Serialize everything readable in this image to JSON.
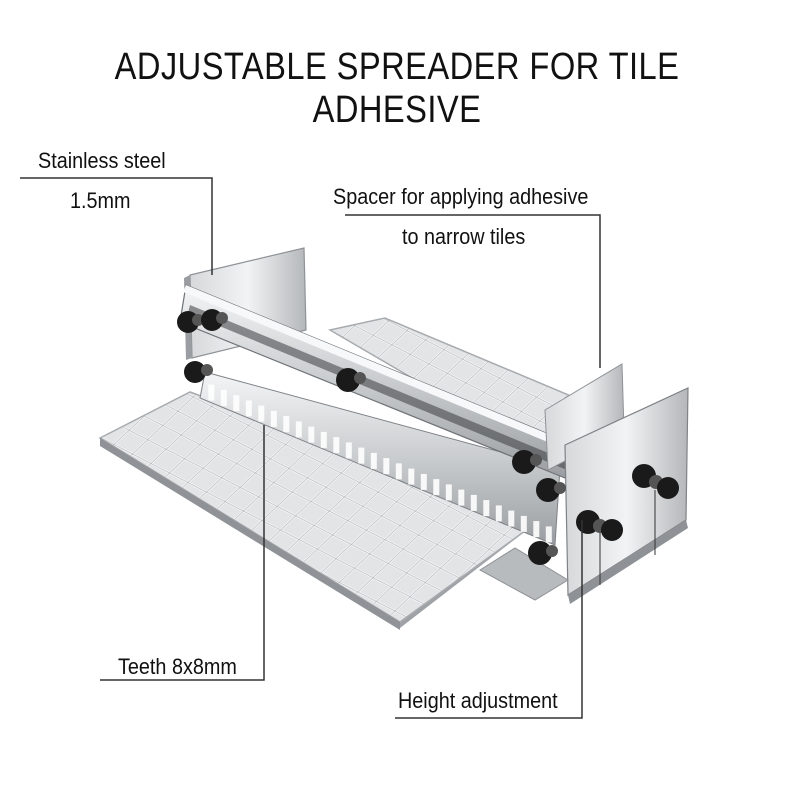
{
  "title": "ADJUSTABLE SPREADER FOR TILE ADHESIVE",
  "callouts": {
    "stainless": {
      "line1": "Stainless steel",
      "line2": "1.5mm"
    },
    "spacer": {
      "line1": "Spacer for applying adhesive",
      "line2": "to narrow tiles"
    },
    "teeth": {
      "text": "Teeth 8x8mm"
    },
    "height": {
      "text": "Height adjustment"
    }
  },
  "colors": {
    "text": "#111111",
    "leader_line": "#333333",
    "steel_light": "#e4e6e8",
    "steel_mid": "#c5c8cb",
    "steel_dark": "#8e9296",
    "knob": "#1a1a1a"
  }
}
